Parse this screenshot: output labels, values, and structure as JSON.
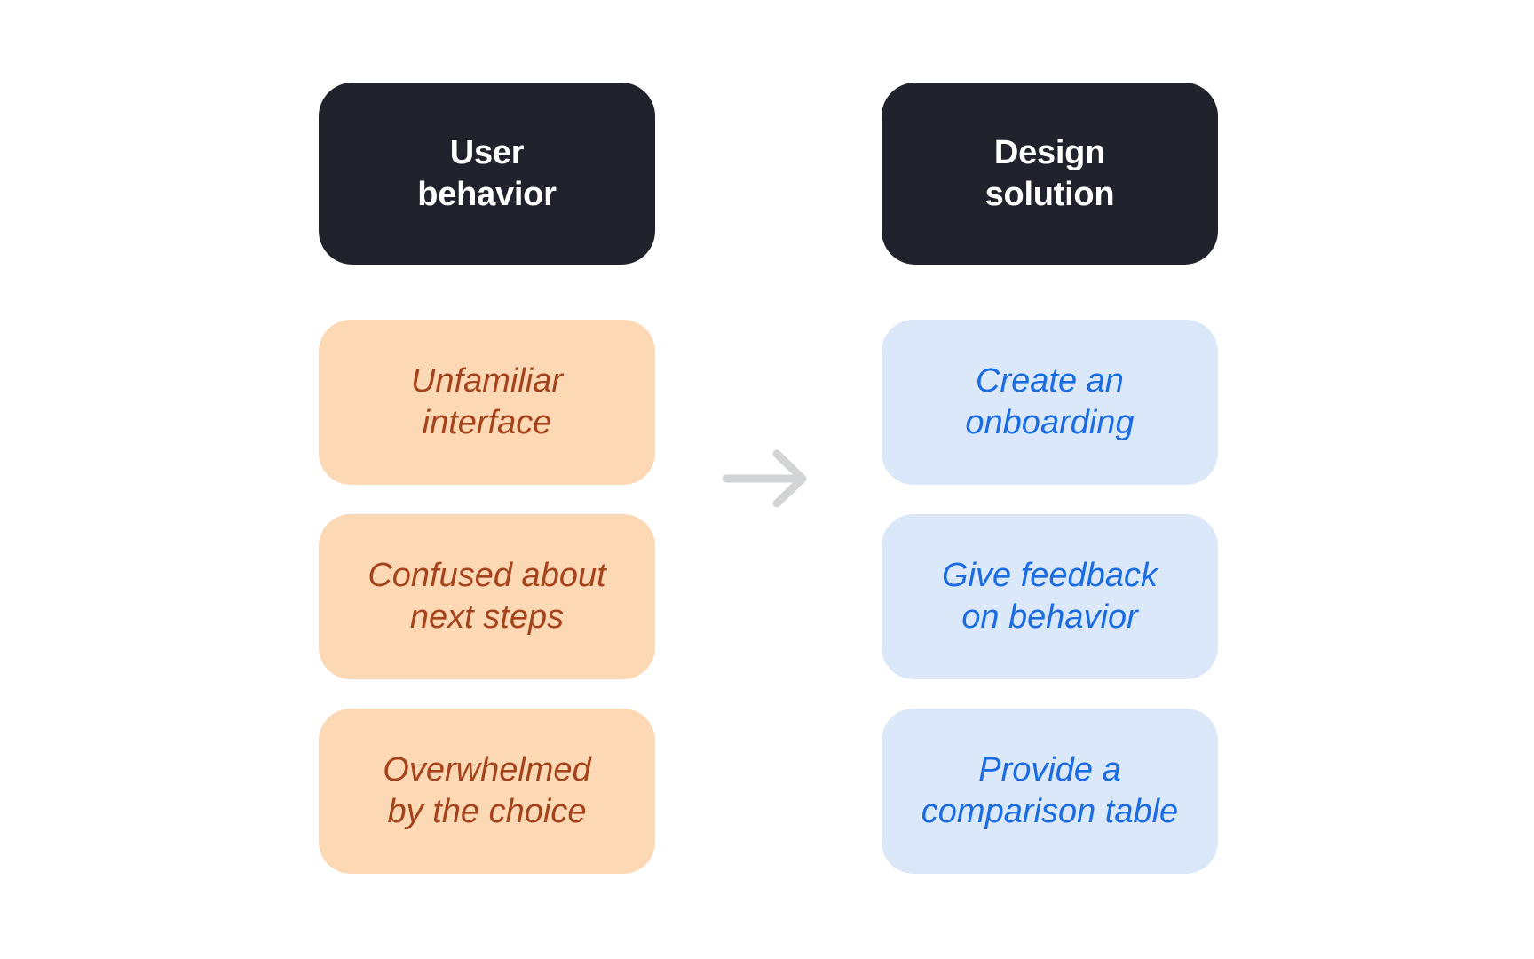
{
  "diagram": {
    "background_color": "#ffffff",
    "arrow": {
      "icon": "arrow-right-icon",
      "direction": "right",
      "color": "#d2d4d6"
    },
    "columns": [
      {
        "id": "user-behavior",
        "header": {
          "label": "User behavior",
          "line1": "User",
          "line2": "behavior",
          "bg_color": "#20232c",
          "text_color": "#ffffff"
        },
        "item_bg_color": "#fcd9b4",
        "item_text_color": "#a5431d",
        "items": [
          {
            "label": "Unfamiliar interface",
            "line1": "Unfamiliar",
            "line2": "interface"
          },
          {
            "label": "Confused about next steps",
            "line1": "Confused about",
            "line2": "next steps"
          },
          {
            "label": "Overwhelmed by the choice",
            "line1": "Overwhelmed",
            "line2": "by the choice"
          }
        ]
      },
      {
        "id": "design-solution",
        "header": {
          "label": "Design solution",
          "line1": "Design",
          "line2": "solution",
          "bg_color": "#20232c",
          "text_color": "#ffffff"
        },
        "item_bg_color": "#dbe8fa",
        "item_text_color": "#1b6ce1",
        "items": [
          {
            "label": "Create an onboarding",
            "line1": "Create an",
            "line2": "onboarding"
          },
          {
            "label": "Give feedback on behavior",
            "line1": "Give feedback",
            "line2": "on behavior"
          },
          {
            "label": "Provide a comparison table",
            "line1": "Provide a",
            "line2": "comparison table"
          }
        ]
      }
    ]
  }
}
